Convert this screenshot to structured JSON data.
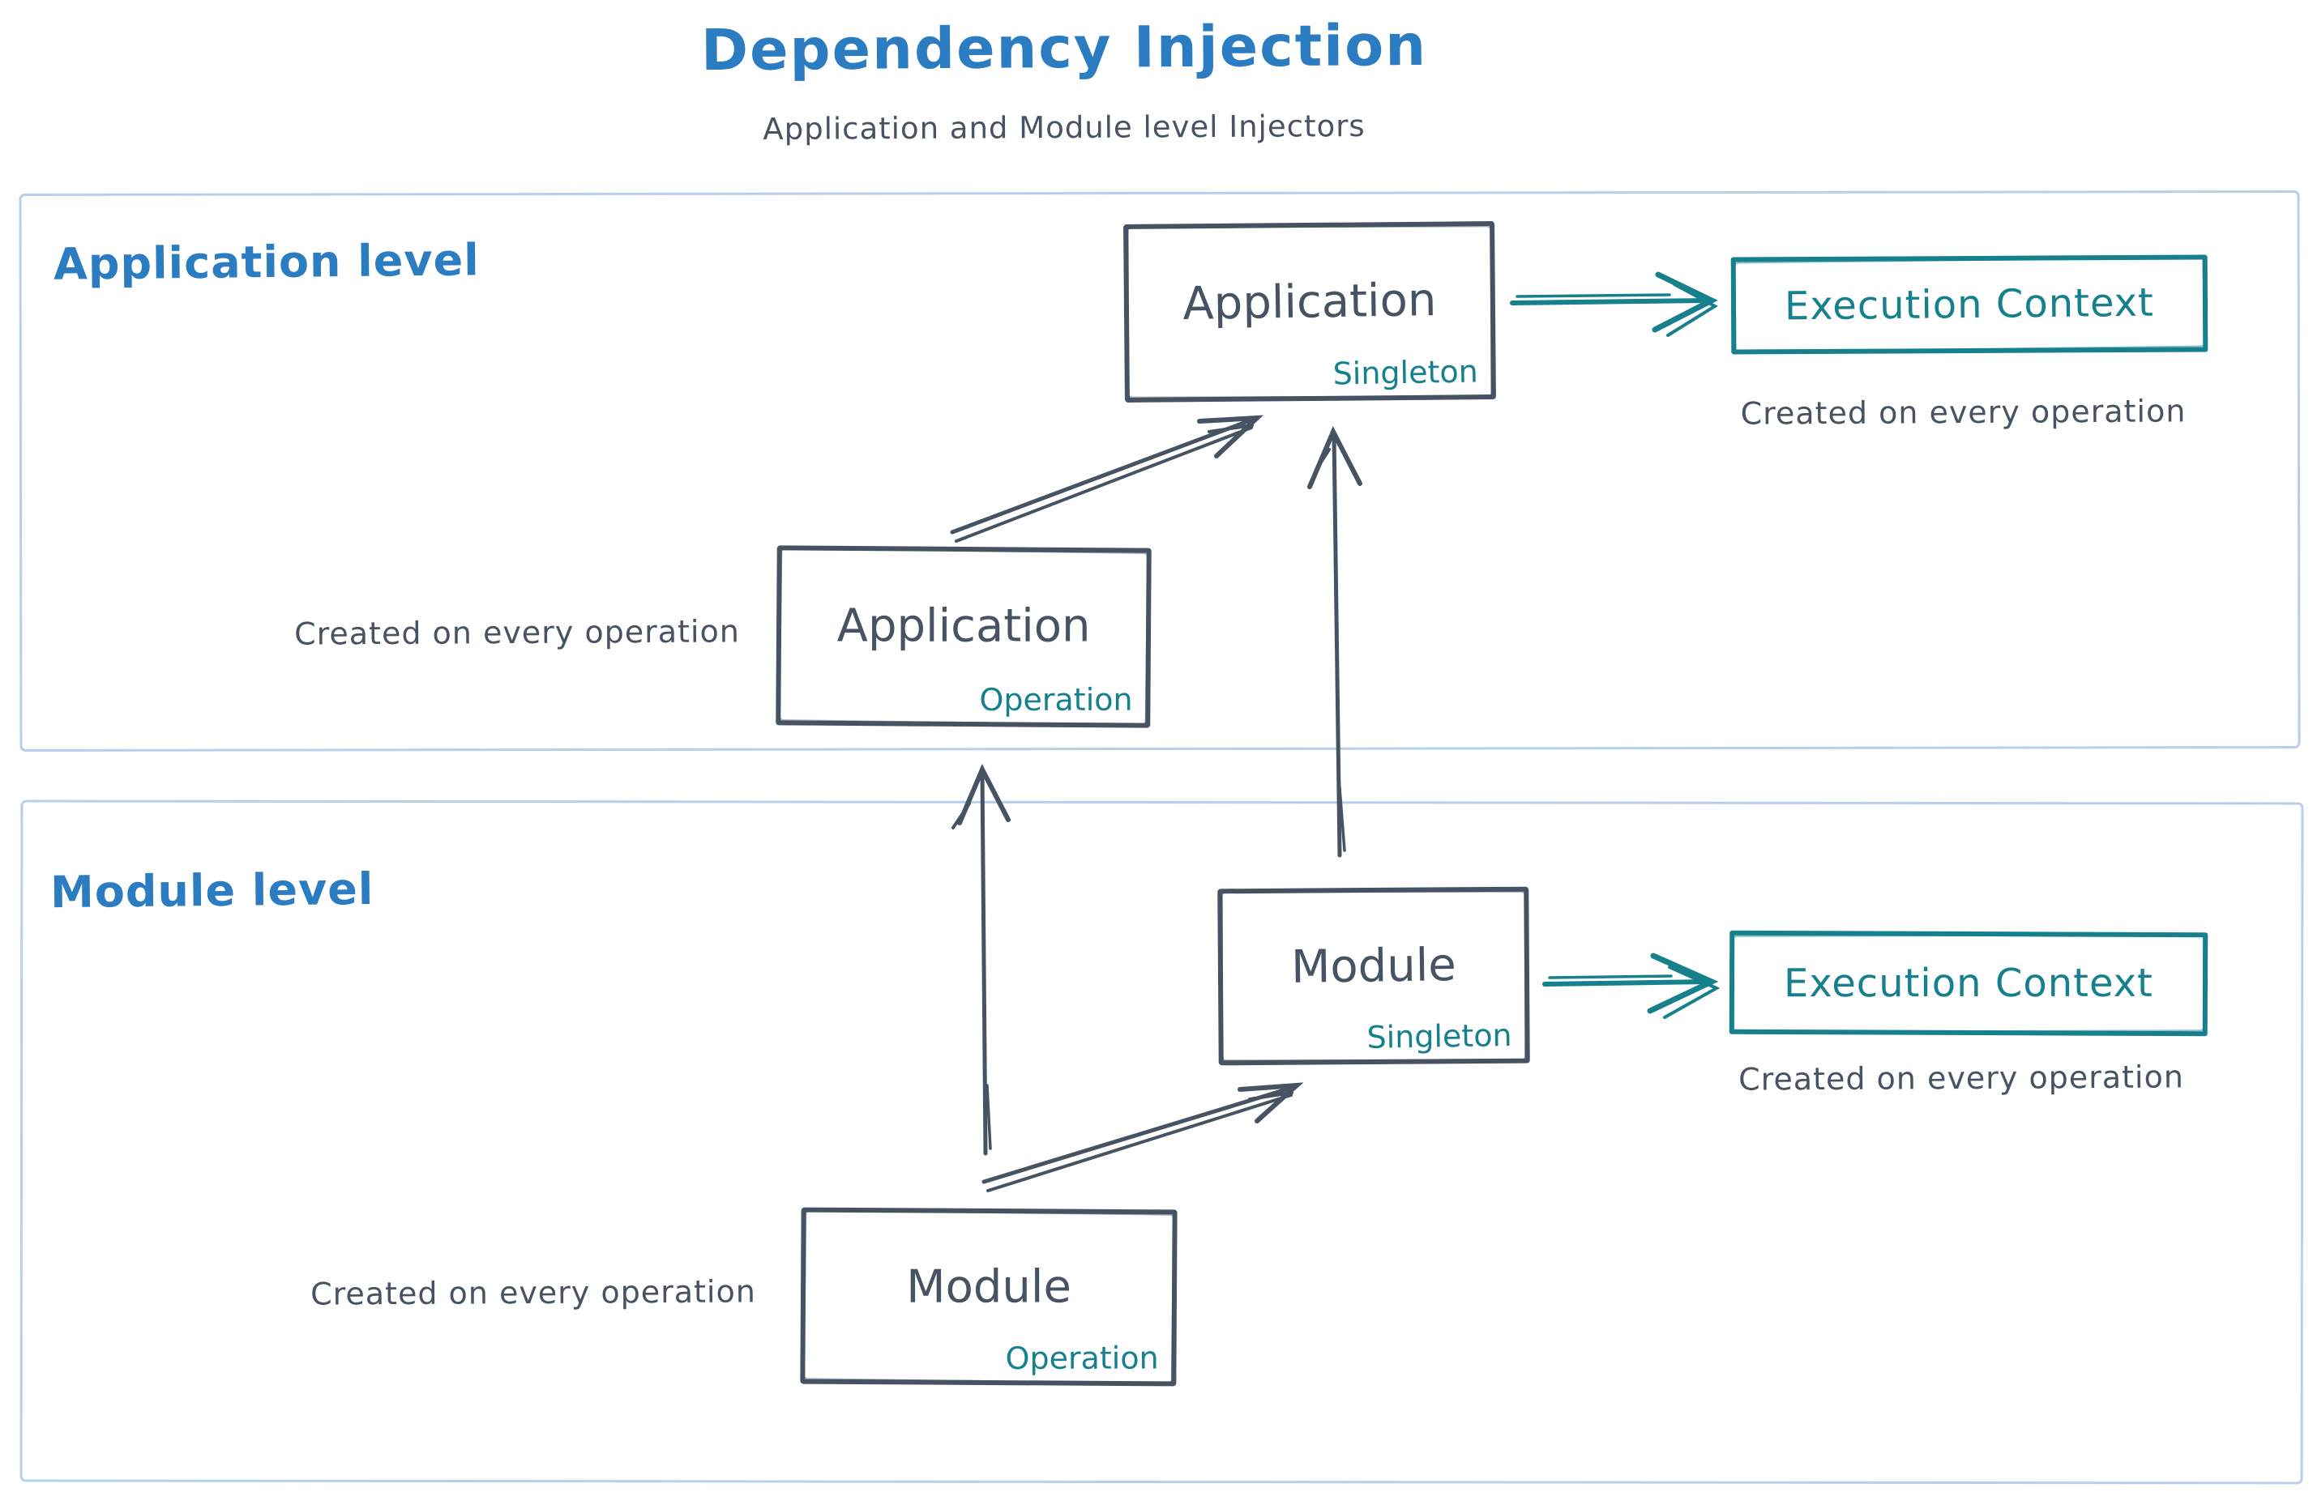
{
  "header": {
    "title": "Dependency Injection",
    "subtitle": "Application and Module level Injectors"
  },
  "colors": {
    "accent_blue": "#2b7cc1",
    "ink": "#475362",
    "teal": "#17808d",
    "container_border": "#b8cfe9"
  },
  "sections": {
    "application": {
      "label": "Application level"
    },
    "module": {
      "label": "Module level"
    }
  },
  "boxes": {
    "app_singleton": {
      "title": "Application",
      "badge": "Singleton"
    },
    "app_operation": {
      "title": "Application",
      "badge": "Operation"
    },
    "app_execution_context": {
      "title": "Execution Context"
    },
    "module_singleton": {
      "title": "Module",
      "badge": "Singleton"
    },
    "module_operation": {
      "title": "Module",
      "badge": "Operation"
    },
    "module_execution_context": {
      "title": "Execution Context"
    }
  },
  "captions": {
    "app_operation_note": "Created on every operation",
    "app_execution_note": "Created on every operation",
    "module_operation_note": "Created on every operation",
    "module_execution_note": "Created on every operation"
  }
}
